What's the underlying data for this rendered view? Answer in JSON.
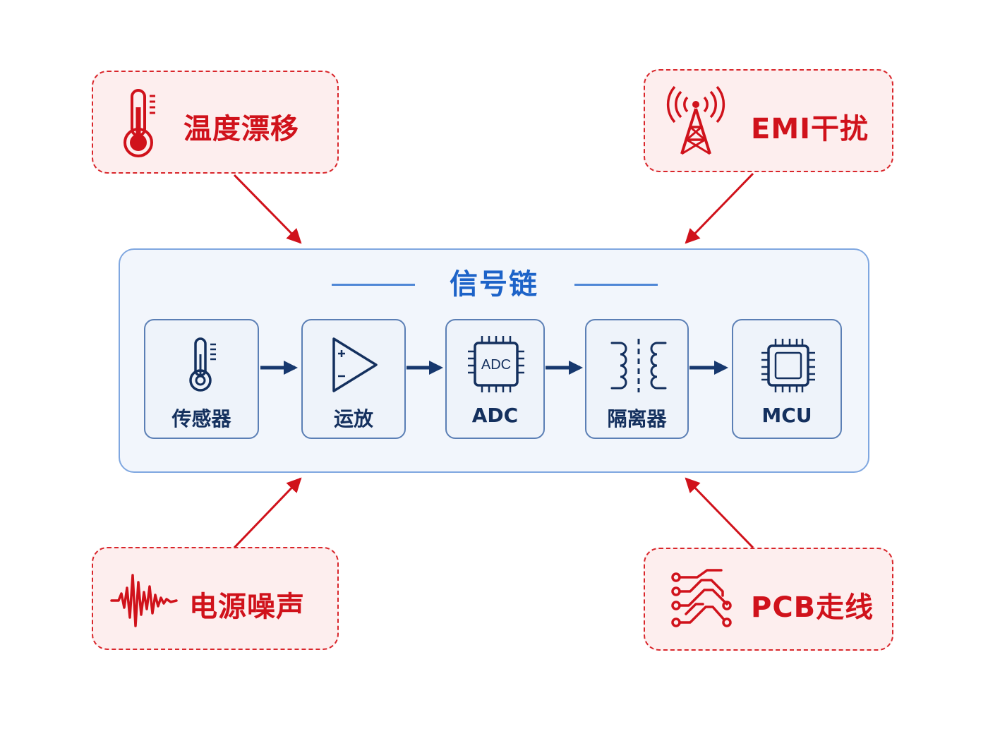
{
  "colors": {
    "factor_accent": "#d9262b",
    "factor_fill": "#fdeeee",
    "chain_border": "#7fa7e0",
    "chain_fill": "#f2f6fc",
    "chain_title": "#1d63c8",
    "block_text": "#14305e",
    "arrow_dark": "#17386e"
  },
  "factors": {
    "temperature": {
      "label": "温度漂移",
      "icon": "thermometer-icon"
    },
    "emi": {
      "label": "EMI干扰",
      "icon": "radio-tower-icon"
    },
    "power_noise": {
      "label": "电源噪声",
      "icon": "noise-waveform-icon"
    },
    "pcb": {
      "label": "PCB走线",
      "icon": "circuit-traces-icon"
    }
  },
  "chain": {
    "title": "信号链",
    "stages": [
      {
        "label": "传感器",
        "icon": "thermometer-icon"
      },
      {
        "label": "运放",
        "icon": "op-amp-icon"
      },
      {
        "label": "ADC",
        "icon": "adc-chip-icon",
        "chip_text": "ADC"
      },
      {
        "label": "隔离器",
        "icon": "transformer-icon"
      },
      {
        "label": "MCU",
        "icon": "microcontroller-chip-icon"
      }
    ]
  }
}
